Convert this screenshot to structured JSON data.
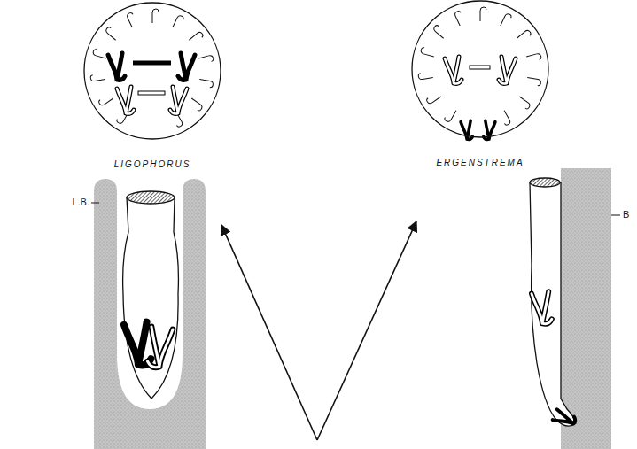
{
  "diagram": {
    "nodes": [
      {
        "text": [
          "LIGOPHORUS"
        ]
      },
      {
        "text": [
          "ERGENSTREMA"
        ]
      }
    ],
    "labels": [
      "L.B.",
      "B"
    ]
  }
}
